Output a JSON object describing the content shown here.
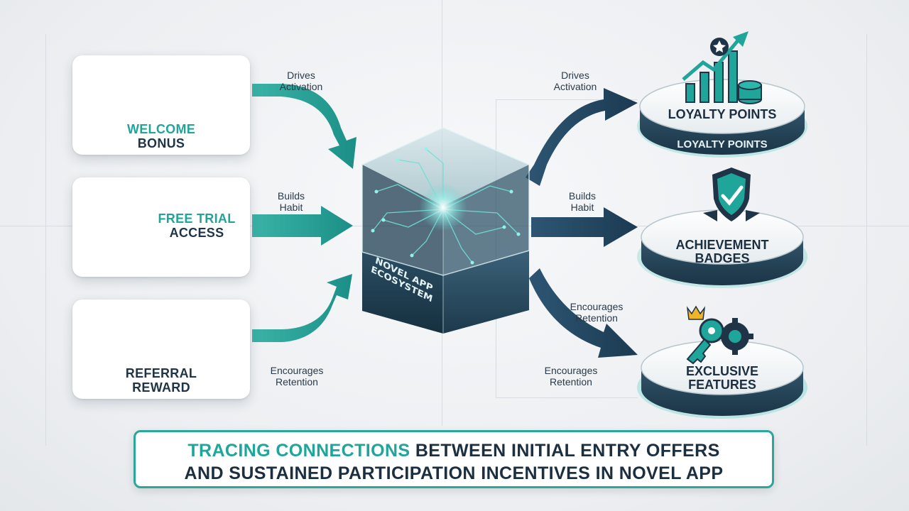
{
  "entry_offers": [
    {
      "line1": "WELCOME",
      "line2": "BONUS"
    },
    {
      "line1": "FREE TRIAL",
      "line2": "ACCESS"
    },
    {
      "line1": "REFERRAL",
      "line2": "REWARD"
    }
  ],
  "left_flows": [
    {
      "line1": "Drives",
      "line2": "Activation"
    },
    {
      "line1": "Builds",
      "line2": "Habit"
    },
    {
      "line1": "Encourages",
      "line2": "Retention"
    }
  ],
  "right_flows": [
    {
      "line1": "Drives",
      "line2": "Activation"
    },
    {
      "line1": "Builds",
      "line2": "Habit"
    },
    {
      "line1": "Encourages",
      "line2": "Retention"
    }
  ],
  "hub": {
    "line1": "NOVEL APP",
    "line2": "ECOSYSTEM"
  },
  "incentives": [
    {
      "line1": "LOYALTY POINTS",
      "line2": "",
      "rim": "LOYALTY POINTS"
    },
    {
      "line1": "ACHIEVEMENT",
      "line2": "BADGES",
      "rim": ""
    },
    {
      "line1": "EXCLUSIVE",
      "line2": "FEATURES",
      "rim": ""
    }
  ],
  "title": {
    "line1_highlight": "TRACING CONNECTIONS",
    "line1_rest": " BETWEEN INITIAL ENTRY OFFERS",
    "line2": "AND SUSTAINED PARTICIPATION INCENTIVES IN NOVEL APP"
  },
  "colors": {
    "teal": "#1fa59a",
    "navy": "#1f3547",
    "arrow_navy": "#22445e"
  }
}
